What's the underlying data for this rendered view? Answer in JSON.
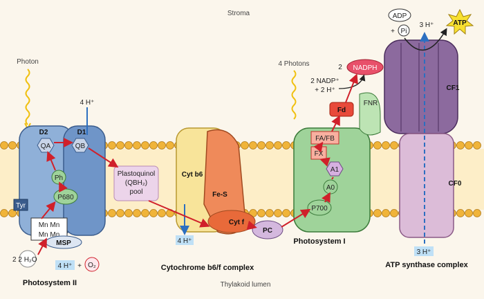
{
  "labels": {
    "stroma": "Stroma",
    "thylakoid_lumen": "Thylakoid lumen",
    "photon": "Photon",
    "four_photons": "4 Photons",
    "psii_title": "Photosystem II",
    "psi_title": "Photosystem I",
    "cyt_complex_title": "Cytochrome b6/f complex",
    "atp_synthase_title": "ATP synthase complex",
    "d2": "D2",
    "d1": "D1",
    "qa": "QA",
    "qb": "QB",
    "ph": "Ph",
    "p680": "P680",
    "tyr": "Tyr",
    "mn": "Mn Mn",
    "msp": "MSP",
    "h2o": "2 H₂O",
    "o2": "O₂",
    "h_out_psii": "4 H⁺",
    "h_in_psii": "4 H⁺",
    "pq_pool_1": "Plastoquinol",
    "pq_pool_2": "(QBH₂)",
    "pq_pool_3": "pool",
    "cyt_b6": "Cyt b6",
    "fes": "Fe-S",
    "cyt_f": "Cyt f",
    "h_cyt": "4 H⁺",
    "pc": "PC",
    "p700": "P700",
    "a0": "A0",
    "a1": "A1",
    "fx": "FX",
    "fafb": "FA/FB",
    "fd": "Fd",
    "fnr": "FNR",
    "nadph": "NADPH",
    "nadph_coef": "2",
    "nadp_line1": "2 NADP⁺",
    "nadp_line2": "+ 2 H⁺",
    "adp": "ADP",
    "pi": "Pi",
    "plus": "+",
    "atp": "ATP",
    "h_top_atp": "3 H⁺",
    "h_bottom_atp": "3 H⁺",
    "cf1": "CF1",
    "cf0": "CF0",
    "plus_o2": "+"
  },
  "colors": {
    "background": "#fbf6ec",
    "lipid_head": "#f0b43a",
    "psii_blue": "#8fb0d8",
    "cyt_yellow": "#f8e49a",
    "cyt_orange": "#ef8a5a",
    "psi_green": "#9fd39a",
    "atp_purple": "#8c6a9e",
    "atp_pink": "#dcbcd8",
    "electron_path": "#d0202a",
    "proton_arrow": "#2c6fc0"
  }
}
